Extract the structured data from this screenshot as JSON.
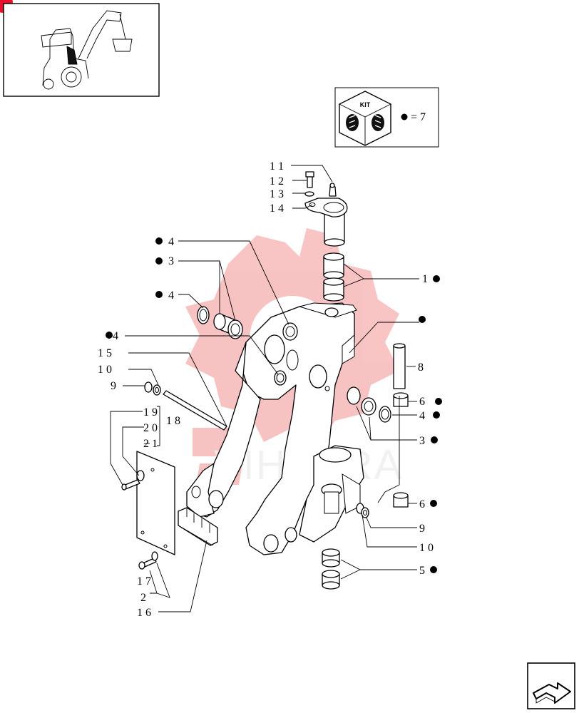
{
  "kit": {
    "title": "KIT",
    "legend_value": "= 7"
  },
  "watermark": {
    "text": "VIHTERA",
    "color": "#e83a3a"
  },
  "colors": {
    "corner_marker": "#e8102a",
    "line": "#000000"
  },
  "callouts": [
    {
      "id": "c11",
      "text": "1 1"
    },
    {
      "id": "c12",
      "text": "1 2"
    },
    {
      "id": "c13",
      "text": "1 3"
    },
    {
      "id": "c14",
      "text": "1 4"
    },
    {
      "id": "c4a",
      "text": "4"
    },
    {
      "id": "c3a",
      "text": "3"
    },
    {
      "id": "c4b",
      "text": "4"
    },
    {
      "id": "c4c",
      "text": "4"
    },
    {
      "id": "c15",
      "text": "1 5"
    },
    {
      "id": "c10a",
      "text": "1 0"
    },
    {
      "id": "c9a",
      "text": "9"
    },
    {
      "id": "c19",
      "text": "1 9"
    },
    {
      "id": "c20",
      "text": "2 0"
    },
    {
      "id": "c18",
      "text": "1 8"
    },
    {
      "id": "c21",
      "text": "2 1"
    },
    {
      "id": "c1",
      "text": "1"
    },
    {
      "id": "c8",
      "text": "8"
    },
    {
      "id": "c6a",
      "text": "6"
    },
    {
      "id": "c4d",
      "text": "4"
    },
    {
      "id": "c3b",
      "text": "3"
    },
    {
      "id": "c6b",
      "text": "6"
    },
    {
      "id": "c9b",
      "text": "9"
    },
    {
      "id": "c10b",
      "text": "1 0"
    },
    {
      "id": "c5",
      "text": "5"
    },
    {
      "id": "c17",
      "text": "1 7"
    },
    {
      "id": "c2",
      "text": "2"
    },
    {
      "id": "c16",
      "text": "1 6"
    }
  ]
}
